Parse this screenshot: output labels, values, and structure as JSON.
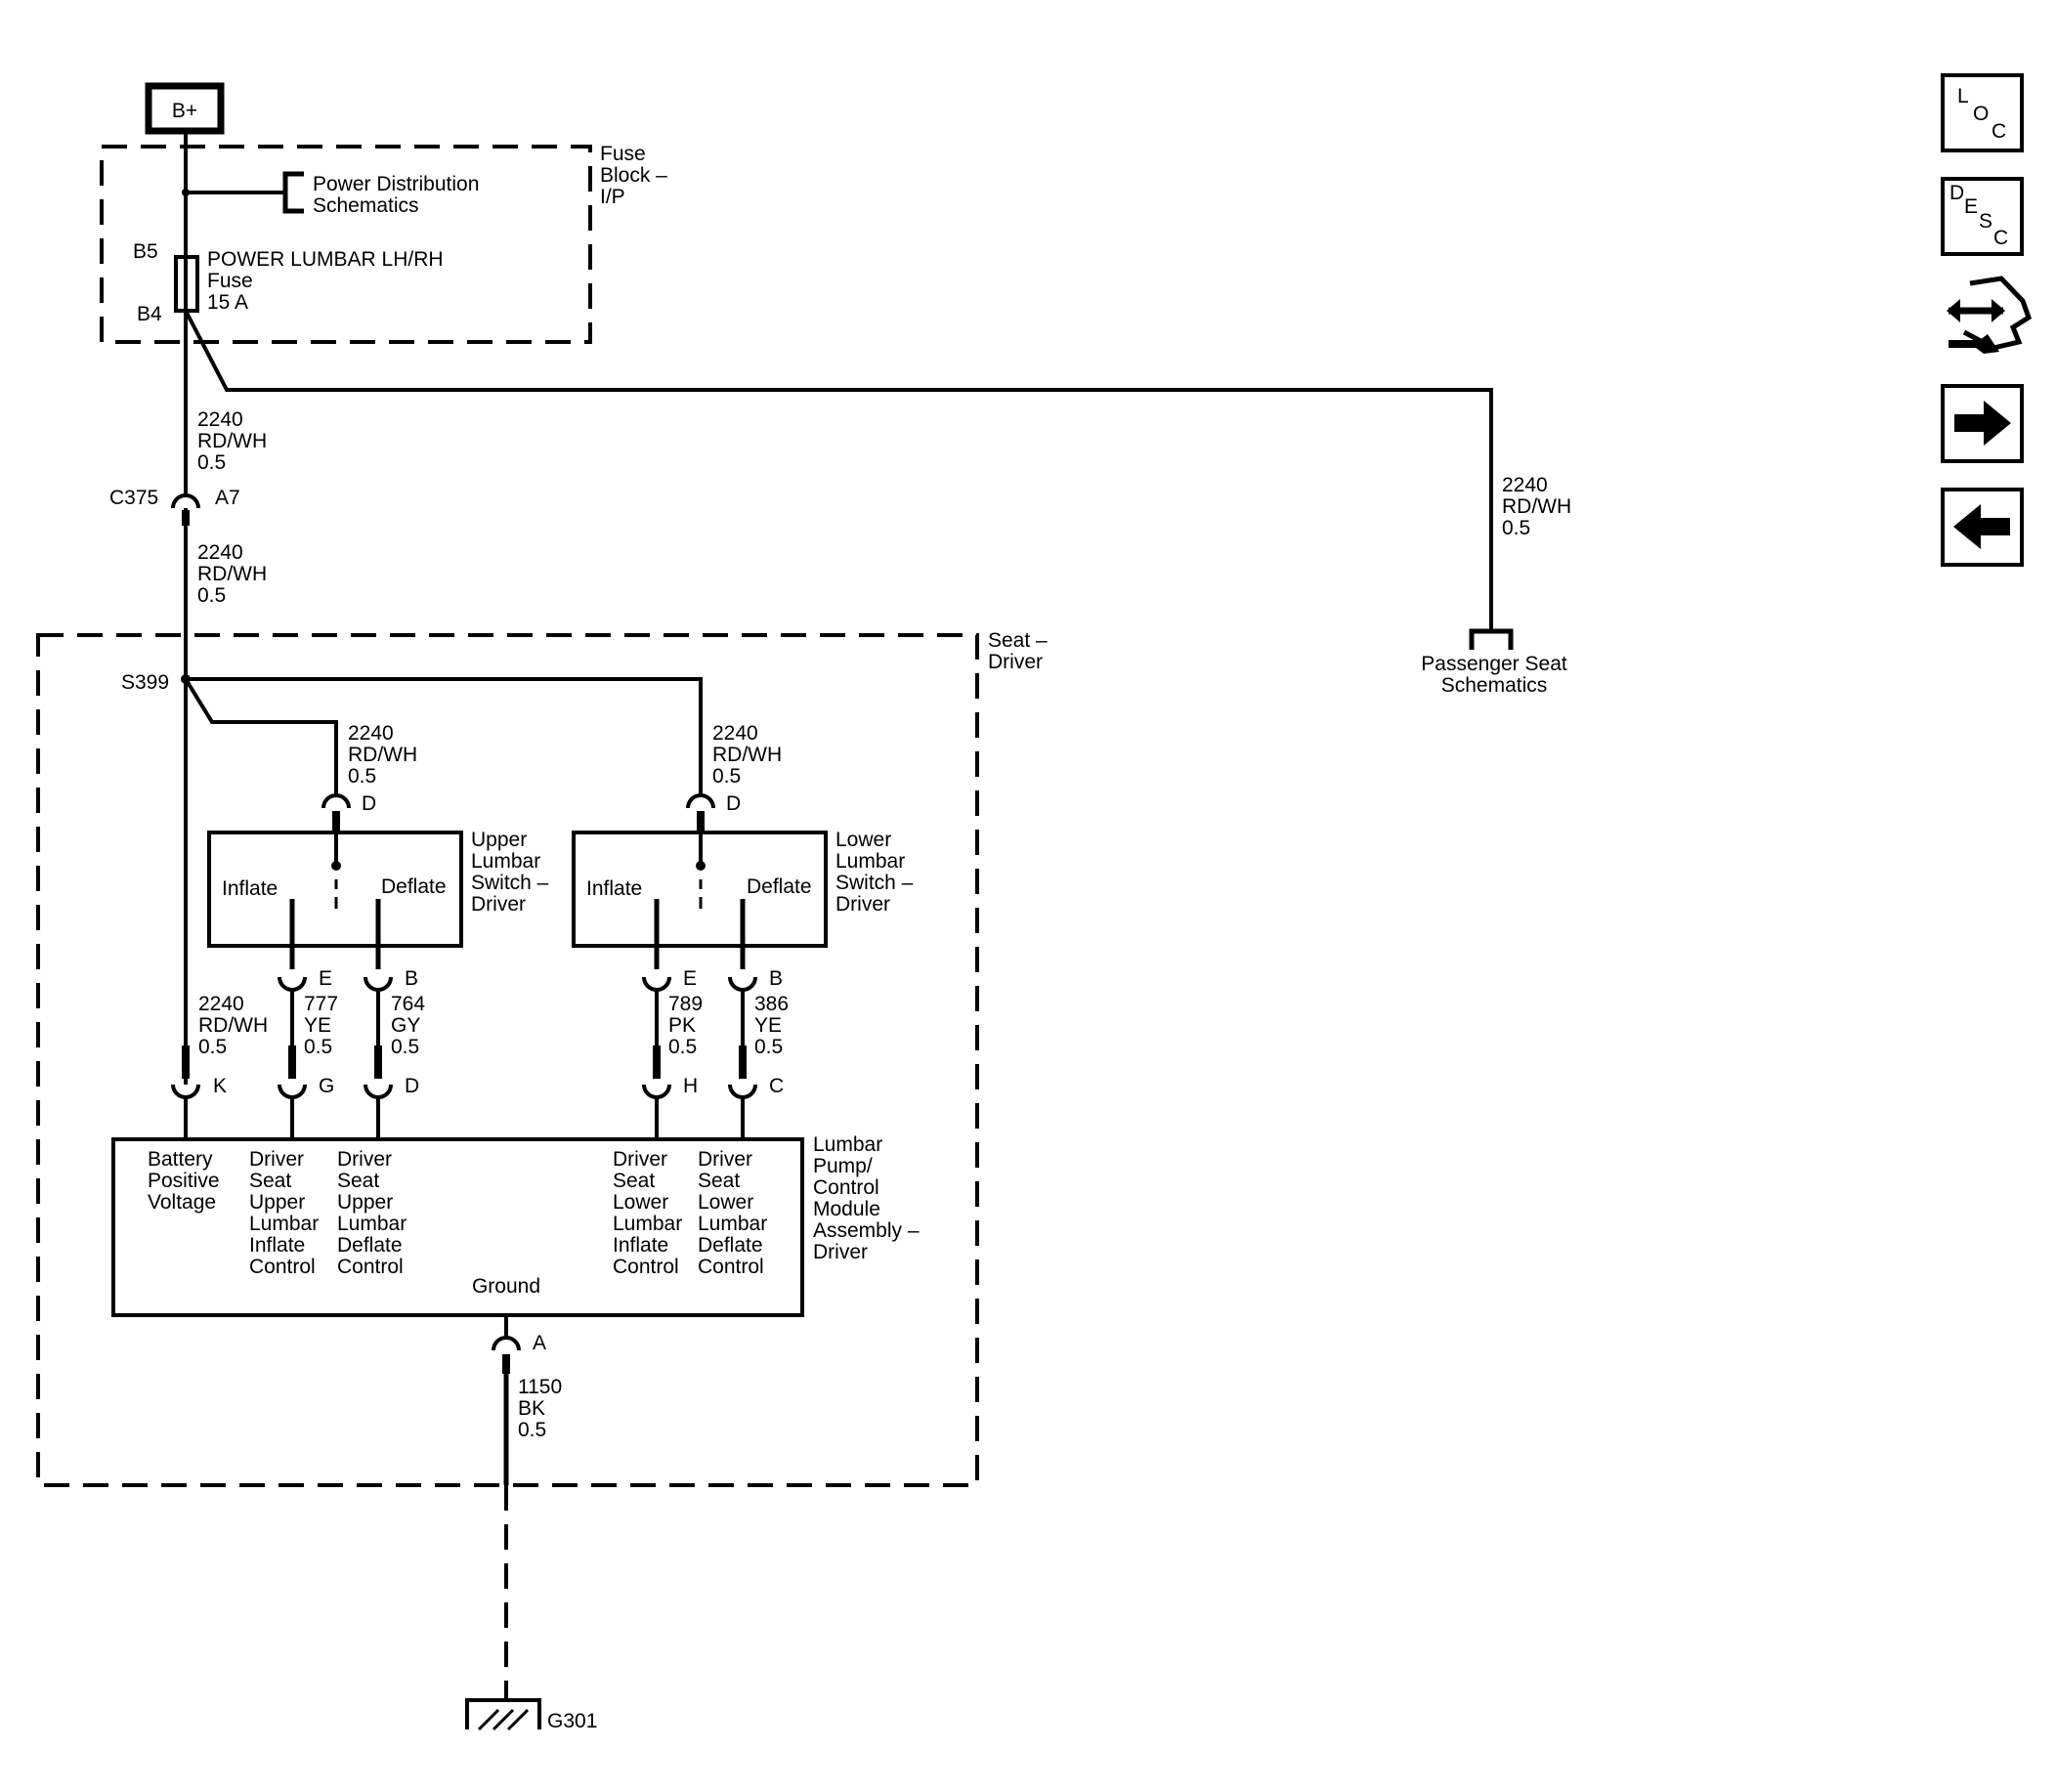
{
  "battery": {
    "label": "B+"
  },
  "fuse_block": {
    "label": [
      "Fuse",
      "Block –",
      "I/P"
    ],
    "power_dist": [
      "Power Distribution",
      "Schematics"
    ],
    "pin_top": "B5",
    "pin_bottom": "B4",
    "fuse_label": [
      "POWER LUMBAR LH/RH",
      "Fuse",
      "15 A"
    ]
  },
  "wires": {
    "w2240_a": [
      "2240",
      "RD/WH",
      "0.5"
    ],
    "w2240_b": [
      "2240",
      "RD/WH",
      "0.5"
    ],
    "w2240_pass": [
      "2240",
      "RD/WH",
      "0.5"
    ],
    "w2240_upper": [
      "2240",
      "RD/WH",
      "0.5"
    ],
    "w2240_lower": [
      "2240",
      "RD/WH",
      "0.5"
    ],
    "w2240_k": [
      "2240",
      "RD/WH",
      "0.5"
    ],
    "w777": [
      "777",
      "YE",
      "0.5"
    ],
    "w764": [
      "764",
      "GY",
      "0.5"
    ],
    "w789": [
      "789",
      "PK",
      "0.5"
    ],
    "w386": [
      "386",
      "YE",
      "0.5"
    ],
    "w1150": [
      "1150",
      "BK",
      "0.5"
    ]
  },
  "connector_c375": {
    "name": "C375",
    "pin": "A7"
  },
  "passenger": {
    "label": [
      "Passenger Seat",
      "Schematics"
    ]
  },
  "seat_driver": {
    "label": [
      "Seat –",
      "Driver"
    ]
  },
  "splice": {
    "name": "S399"
  },
  "upper_switch": {
    "label": [
      "Upper",
      "Lumbar",
      "Switch –",
      "Driver"
    ],
    "inflate": "Inflate",
    "deflate": "Deflate",
    "pin_d": "D",
    "pin_e": "E",
    "pin_b": "B"
  },
  "lower_switch": {
    "label": [
      "Lower",
      "Lumbar",
      "Switch –",
      "Driver"
    ],
    "inflate": "Inflate",
    "deflate": "Deflate",
    "pin_d": "D",
    "pin_e": "E",
    "pin_b": "B"
  },
  "module": {
    "label": [
      "Lumbar",
      "Pump/",
      "Control",
      "Module",
      "Assembly –",
      "Driver"
    ],
    "pins": {
      "k": "K",
      "g": "G",
      "d": "D",
      "h": "H",
      "c": "C",
      "a": "A"
    },
    "col_battery": [
      "Battery",
      "Positive",
      "Voltage"
    ],
    "col_upper_inflate": [
      "Driver",
      "Seat",
      "Upper",
      "Lumbar",
      "Inflate",
      "Control"
    ],
    "col_upper_deflate": [
      "Driver",
      "Seat",
      "Upper",
      "Lumbar",
      "Deflate",
      "Control"
    ],
    "col_lower_inflate": [
      "Driver",
      "Seat",
      "Lower",
      "Lumbar",
      "Inflate",
      "Control"
    ],
    "col_lower_deflate": [
      "Driver",
      "Seat",
      "Lower",
      "Lumbar",
      "Deflate",
      "Control"
    ],
    "ground_label": "Ground"
  },
  "ground": {
    "name": "G301"
  },
  "side_nav": {
    "loc": [
      "L",
      "O",
      "C"
    ],
    "desc": [
      "D",
      "E",
      "S",
      "C"
    ],
    "icons": [
      "loc-icon",
      "desc-icon",
      "connector-wrench-icon",
      "arrow-right-icon",
      "arrow-left-icon"
    ]
  }
}
